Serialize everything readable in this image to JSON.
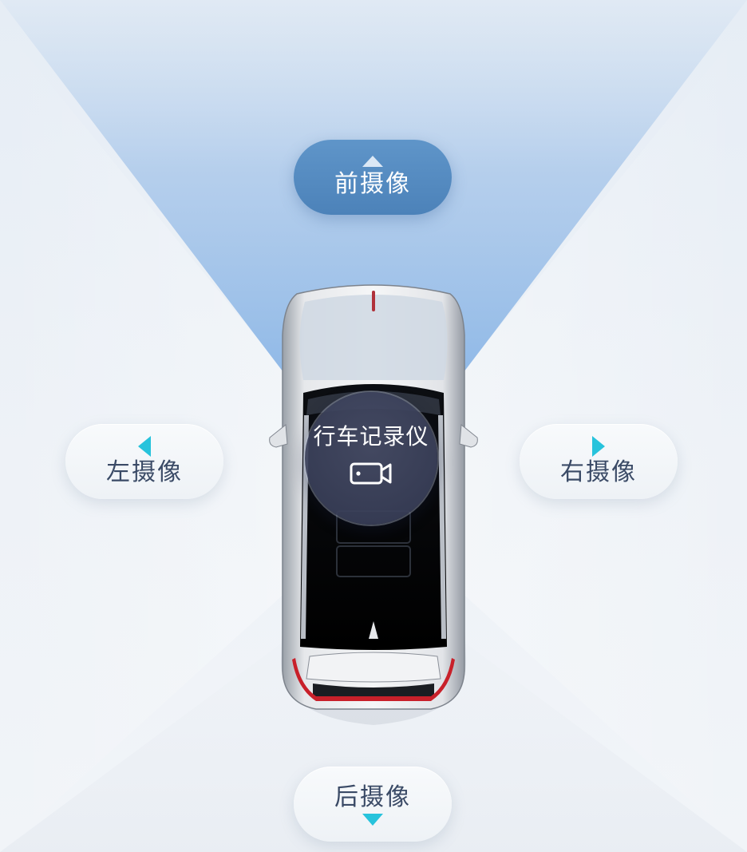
{
  "cameras": {
    "front": {
      "label": "前摄像",
      "active": true
    },
    "left": {
      "label": "左摄像",
      "active": false
    },
    "right": {
      "label": "右摄像",
      "active": false
    },
    "rear": {
      "label": "后摄像",
      "active": false
    }
  },
  "recorder": {
    "label": "行车记录仪",
    "icon": "video-camera-icon"
  },
  "colors": {
    "active_button": "#5a90c6",
    "arrow_accent": "#27c3dc",
    "label_text": "#3a4a66",
    "background": "#eaf0f6"
  }
}
